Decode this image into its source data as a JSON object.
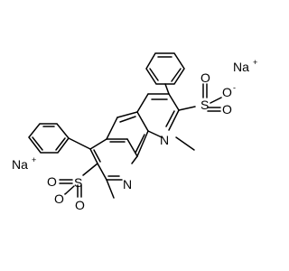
{
  "molecule": {
    "atom_labels": {
      "n_left": "N",
      "n_right": "N",
      "s_left": "S",
      "s_right": "S",
      "o_left_top": "O",
      "o_left_side": "O",
      "o_left_bottom": "O",
      "o_right_top": "O",
      "o_right_side": "O",
      "o_right_bottom": "O"
    },
    "charges": {
      "oxide_minus": "-"
    },
    "counterions": {
      "na_top": "Na",
      "na_bottom": "Na",
      "plus": "+"
    },
    "colors": {
      "ink": "#000000",
      "background": "#ffffff"
    }
  }
}
